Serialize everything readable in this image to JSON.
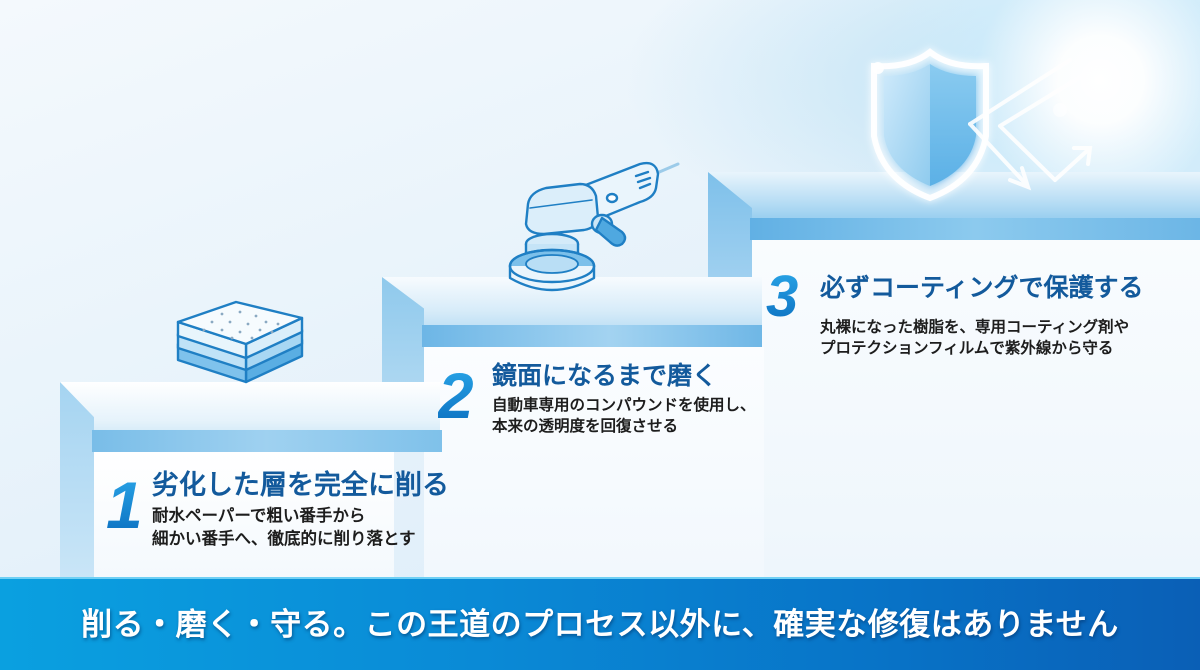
{
  "steps": [
    {
      "number": "1",
      "title": "劣化した層を完全に削る",
      "description_lines": [
        "耐水ペーパーで粗い番手から",
        "細かい番手へ、徹底的に削り落とす"
      ],
      "icon": "sandpaper-stack-icon"
    },
    {
      "number": "2",
      "title": "鏡面になるまで磨く",
      "description_lines": [
        "自動車専用のコンパウンドを使用し、",
        "本来の透明度を回復させる"
      ],
      "icon": "orbital-polisher-icon"
    },
    {
      "number": "3",
      "title": "必ずコーティングで保護する",
      "description_lines": [
        "丸裸になった樹脂を、専用コーティング剤や",
        "プロテクションフィルムで紫外線から守る"
      ],
      "icon": "shield-uv-reflect-icon"
    }
  ],
  "banner": {
    "text": "削る・磨く・守る。この王道のプロセス以外に、確実な修復はありません"
  },
  "colors": {
    "title_blue": "#135a9c",
    "number_gradient_top": "#2aa6e8",
    "number_gradient_bottom": "#0b6fc0",
    "banner_left": "#0aa0e0",
    "banner_right": "#0a5fb6",
    "icon_stroke": "#1f7fc4"
  }
}
